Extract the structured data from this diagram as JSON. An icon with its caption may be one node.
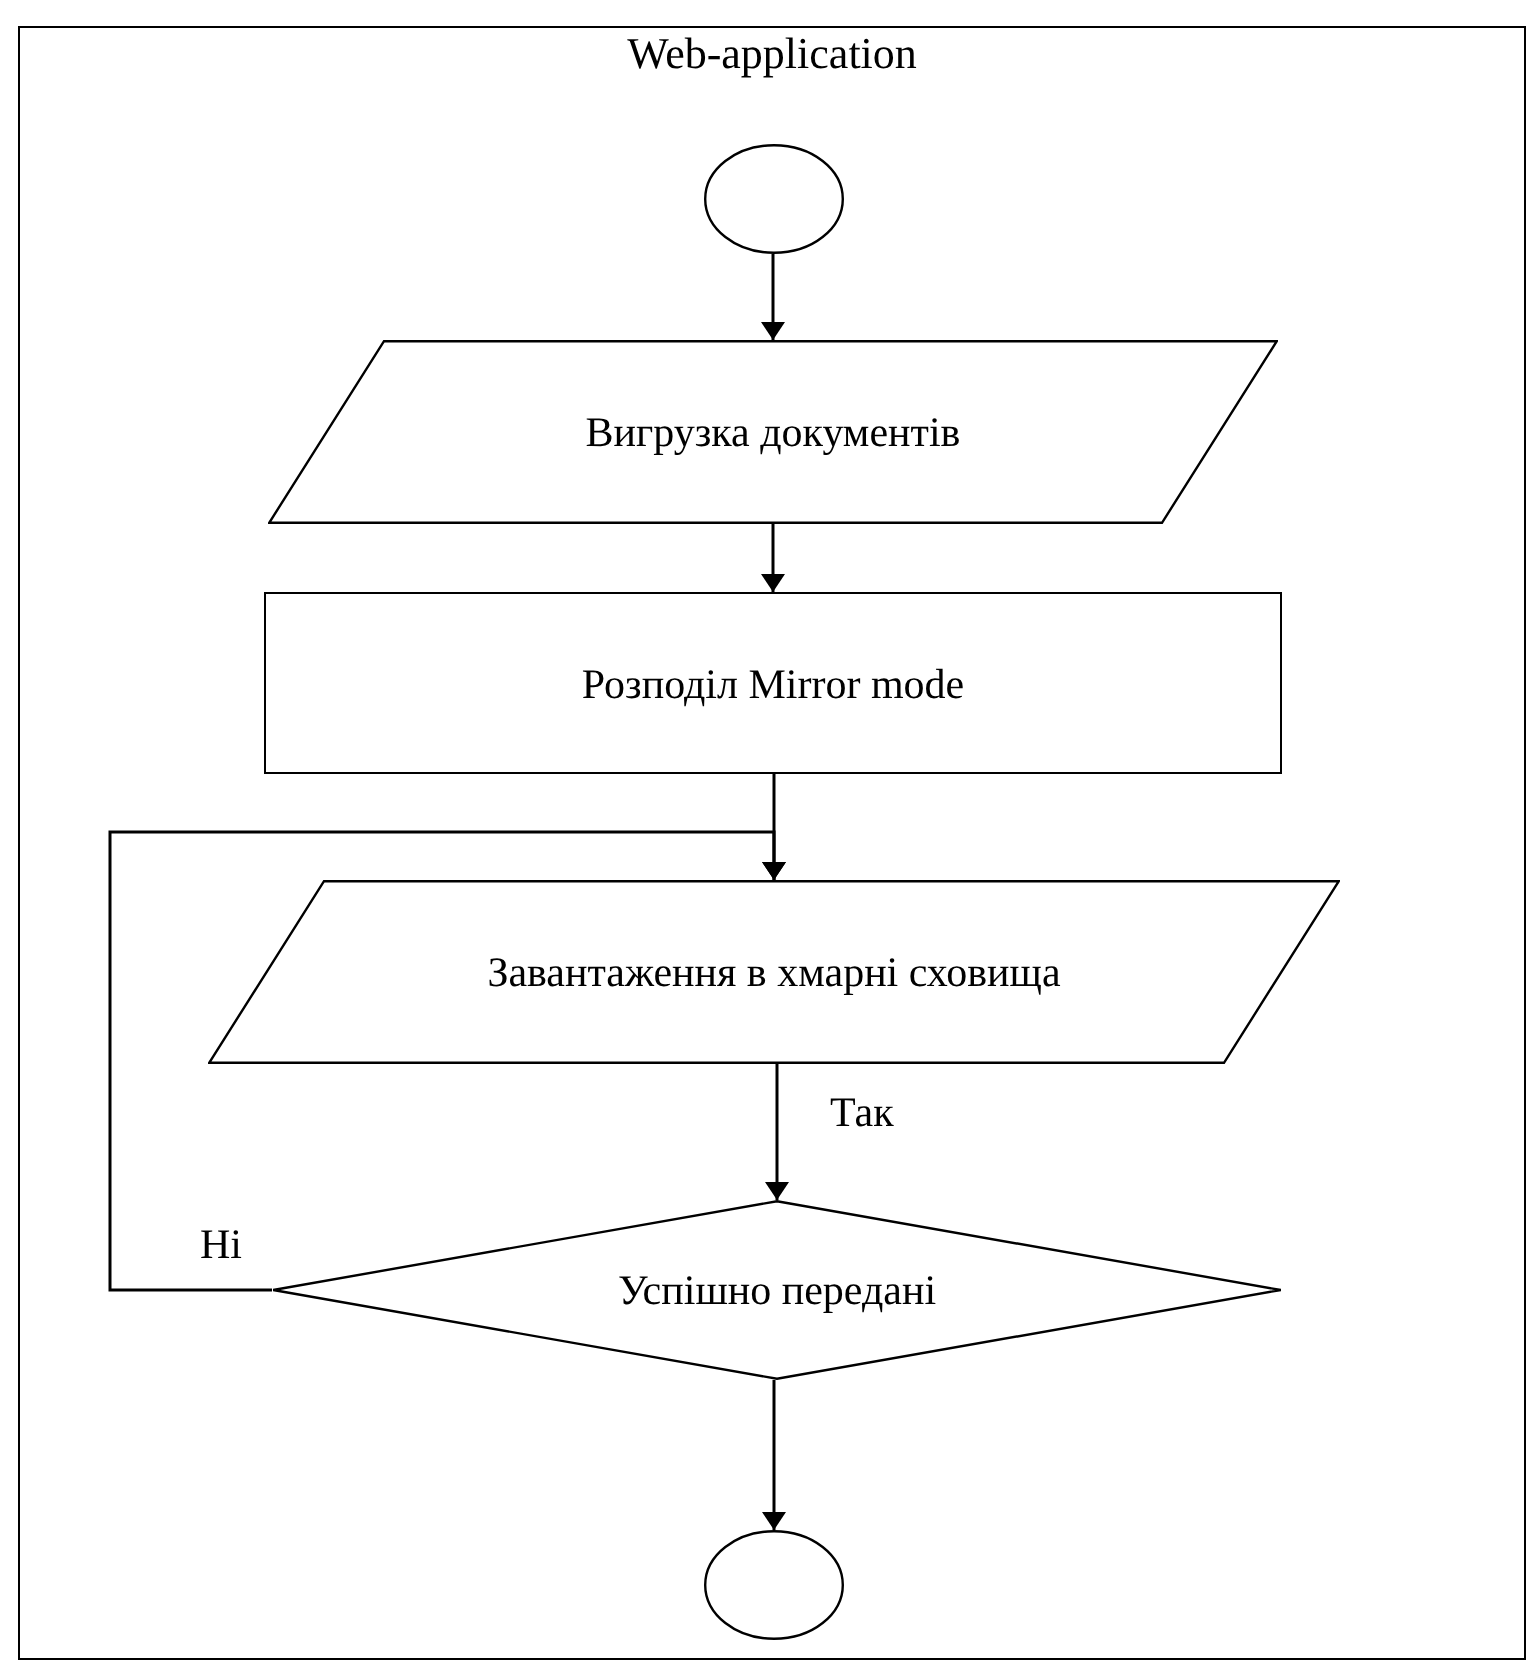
{
  "diagram": {
    "nodes": [
      {
        "text": [
          "Web-application"
        ]
      },
      {
        "text": [],
        "shape": "circle",
        "in": 0
      },
      {
        "text": [
          "Вигрузка документів"
        ],
        "in": 0
      },
      {
        "text": [
          "Розподіл Mirror mode"
        ],
        "in": 0
      },
      {
        "text": [
          "Завантаження в хмарні сховища"
        ],
        "in": 0
      },
      {
        "text": [
          "Успішно передані"
        ],
        "in": 0
      },
      {
        "text": [],
        "shape": "circle",
        "in": 0
      }
    ],
    "edges": [
      {
        "from": 1,
        "to": 2,
        "arrow": "to"
      },
      {
        "from": 2,
        "to": 3,
        "arrow": "to"
      },
      {
        "from": 3,
        "to": 4,
        "arrow": "to"
      },
      {
        "from": 4,
        "to": 5,
        "arrow": "to",
        "label": "Так"
      },
      {
        "from": 5,
        "to": 4,
        "arrow": "to",
        "label": "Ні"
      },
      {
        "from": 5,
        "to": 6,
        "arrow": "to"
      }
    ]
  }
}
